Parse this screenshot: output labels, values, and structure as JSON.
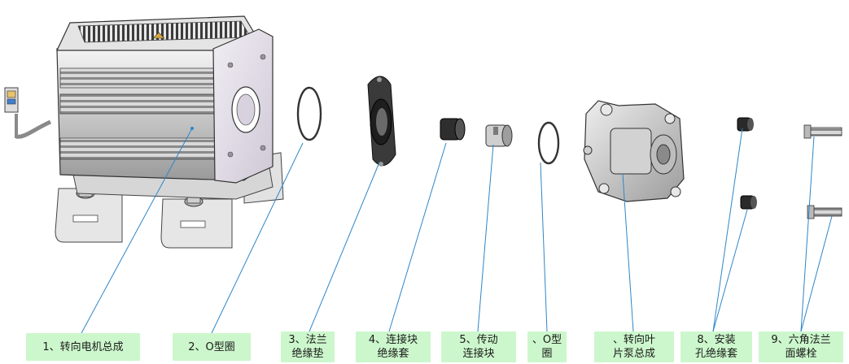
{
  "labels": [
    {
      "id": "motor",
      "lines": [
        "1、转向电机总成"
      ]
    },
    {
      "id": "o-ring-1",
      "lines": [
        "2、O型圈"
      ]
    },
    {
      "id": "flange-gasket",
      "lines": [
        "3、法兰",
        "绝缘垫"
      ]
    },
    {
      "id": "coupling-sleeve",
      "lines": [
        "4、连接块",
        "绝缘套"
      ]
    },
    {
      "id": "drive-coupling",
      "lines": [
        "5、传动",
        "连接块"
      ]
    },
    {
      "id": "o-ring-2",
      "lines": [
        "、O型",
        "圈"
      ]
    },
    {
      "id": "vane-pump",
      "lines": [
        "、转向叶",
        "片泵总成"
      ]
    },
    {
      "id": "mount-sleeve",
      "lines": [
        "8、安装",
        "孔绝缘套"
      ]
    },
    {
      "id": "bolts",
      "lines": [
        "9、六角法兰",
        "面螺栓"
      ]
    }
  ],
  "colors": {
    "label_bg": "#ccf7cc",
    "leader": "#2e86c8",
    "outline": "#3a3a3a"
  }
}
